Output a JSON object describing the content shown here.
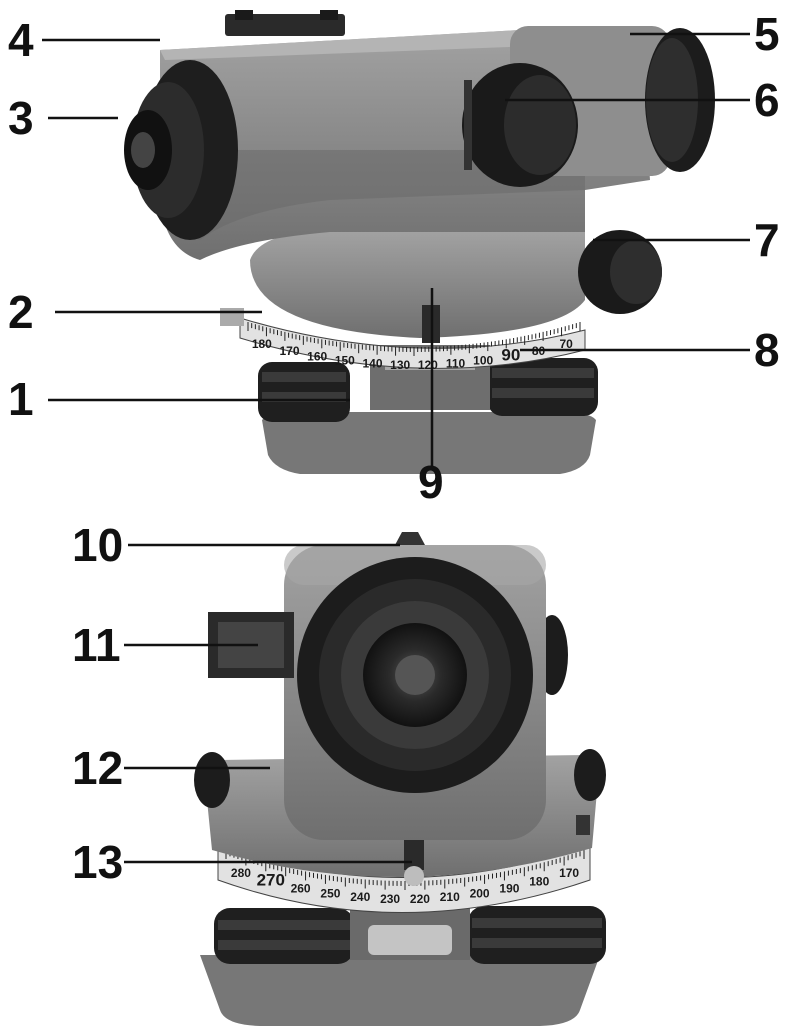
{
  "figure_top": {
    "callouts": [
      "1",
      "2",
      "3",
      "4",
      "5",
      "6",
      "7",
      "8",
      "9"
    ],
    "scale_numbers": [
      "180",
      "170",
      "160",
      "150",
      "140",
      "130",
      "120",
      "110",
      "100",
      "90",
      "80",
      "70"
    ]
  },
  "figure_bottom": {
    "callouts": [
      "10",
      "11",
      "12",
      "13"
    ],
    "scale_numbers": [
      "280",
      "270",
      "260",
      "250",
      "240",
      "230",
      "220",
      "210",
      "200",
      "190",
      "180",
      "170"
    ]
  },
  "colors": {
    "body_gray": "#8a8a8a",
    "dark_gray": "#555555",
    "knob_black": "#1c1c1c",
    "scale_ring": "#d8d8d8",
    "base_gray": "#7a7a7a"
  }
}
